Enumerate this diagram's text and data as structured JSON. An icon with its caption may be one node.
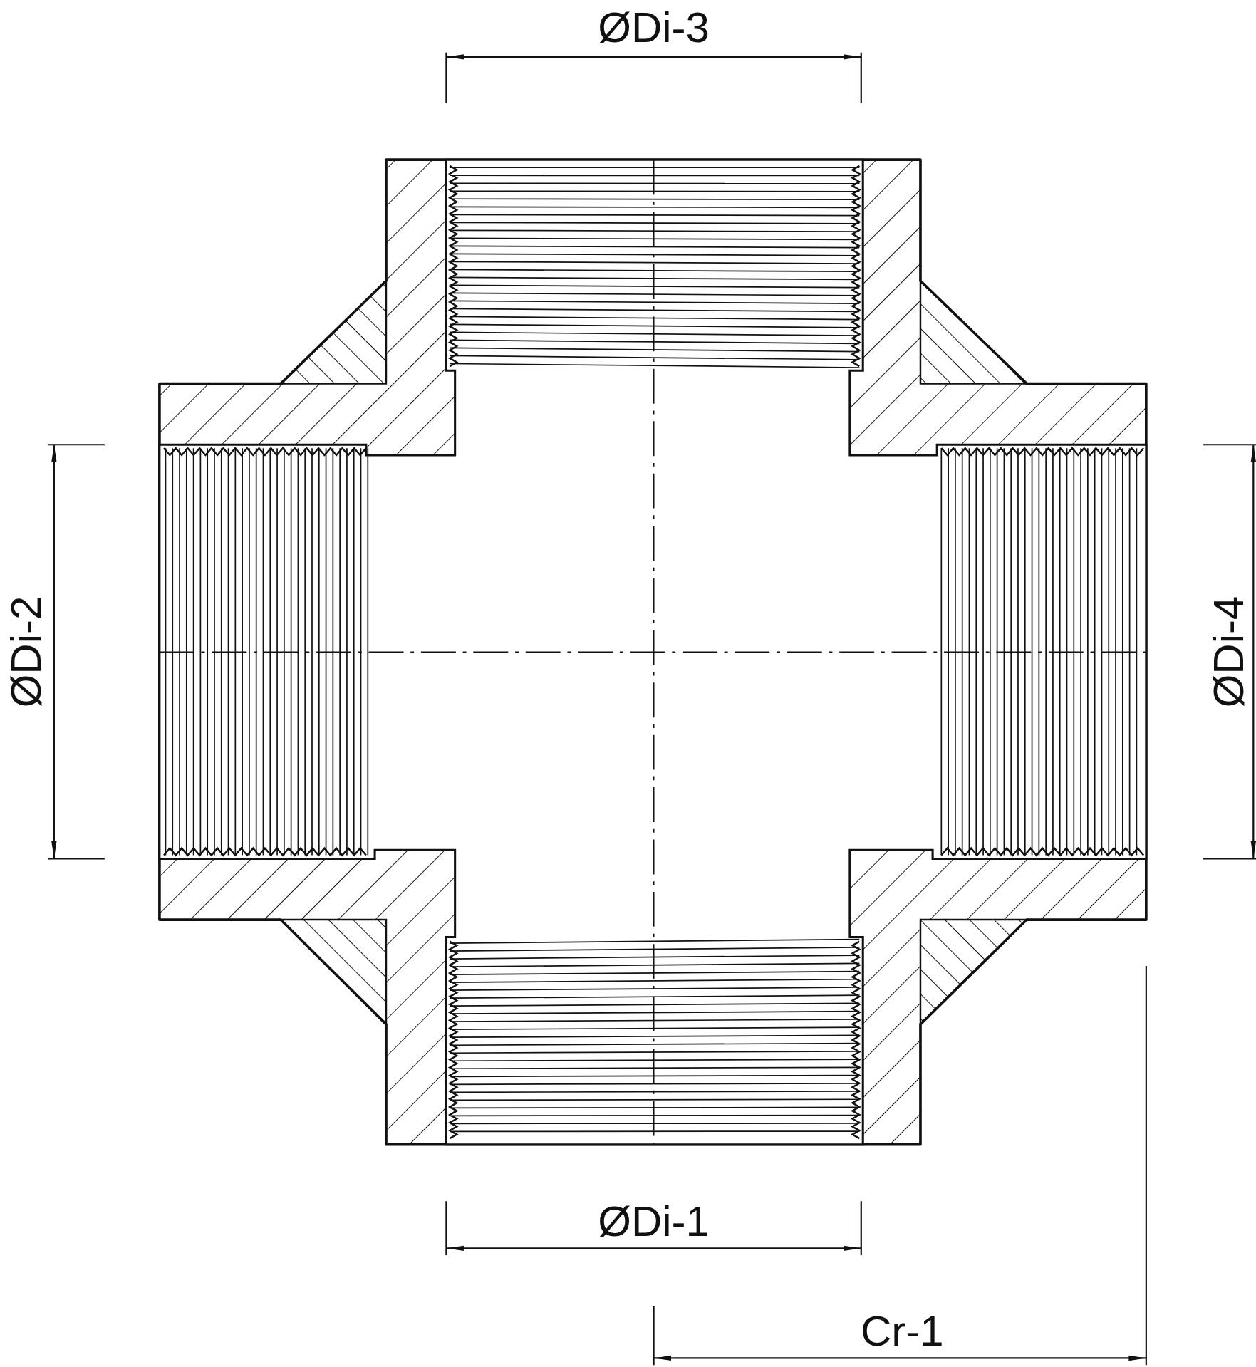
{
  "diagram": {
    "labels": [
      "ØDi-3",
      "ØDi-2",
      "ØDi-4",
      "ØDi-1",
      "Cr-1"
    ]
  }
}
